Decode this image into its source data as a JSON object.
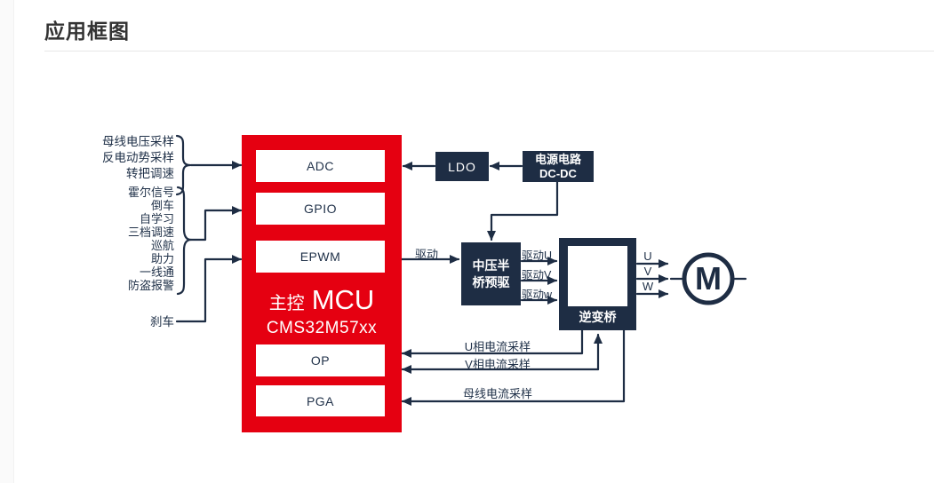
{
  "page": {
    "title": "应用框图"
  },
  "colors": {
    "accent_red": "#e50011",
    "navy": "#1e2d44",
    "rule_gray": "#e7e7e7"
  },
  "mcu": {
    "title_prefix": "主控",
    "title_main": "MCU",
    "part_number": "CMS32M57xx",
    "modules": [
      "ADC",
      "GPIO",
      "EPWM",
      "OP",
      "PGA"
    ]
  },
  "inputs": {
    "adc_group": [
      "母线电压采样",
      "反电动势采样",
      "转把调速"
    ],
    "gpio_group": [
      "霍尔信号",
      "倒车",
      "自学习",
      "三档调速",
      "巡航",
      "助力",
      "一线通",
      "防盗报警"
    ],
    "brake_label": "刹车"
  },
  "power": {
    "ldo_label": "LDO",
    "dcdc_line1": "电源电路",
    "dcdc_line2": "DC-DC"
  },
  "drive": {
    "drive_label": "驱动",
    "predriver_line1": "中压半",
    "predriver_line2": "桥预驱",
    "phase_drive_labels": [
      "驱动U",
      "驱动V",
      "驱动w"
    ],
    "inverter_label": "逆变桥",
    "phase_out_labels": [
      "U",
      "V",
      "W"
    ],
    "motor_letter": "M"
  },
  "feedback": {
    "u_phase": "U相电流采样",
    "v_phase": "V相电流采样",
    "bus_current": "母线电流采样"
  }
}
